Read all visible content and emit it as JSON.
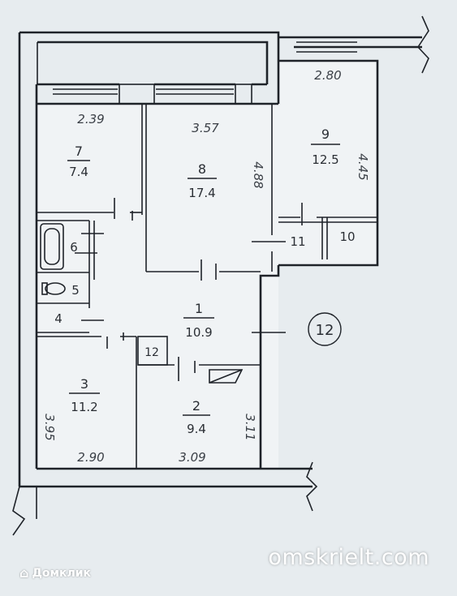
{
  "rooms": [
    {
      "number": "1",
      "area": "10.9"
    },
    {
      "number": "2",
      "area": "9.4"
    },
    {
      "number": "3",
      "area": "11.2"
    },
    {
      "number": "4"
    },
    {
      "number": "5"
    },
    {
      "number": "6"
    },
    {
      "number": "7",
      "area": "7.4"
    },
    {
      "number": "8",
      "area": "17.4"
    },
    {
      "number": "9",
      "area": "12.5"
    },
    {
      "number": "10"
    },
    {
      "number": "11"
    },
    {
      "number": "12"
    }
  ],
  "apartment_marker": "12",
  "dimensions": {
    "room7_width": "2.39",
    "room8_width": "3.57",
    "room8_depth": "4.88",
    "room9_width": "2.80",
    "room9_depth": "4.45",
    "room3_width": "2.90",
    "room3_depth": "3.95",
    "room2_width": "3.09",
    "room2_depth": "3.11"
  },
  "watermark": "omskrielt.com",
  "logo_text": "Домклик"
}
